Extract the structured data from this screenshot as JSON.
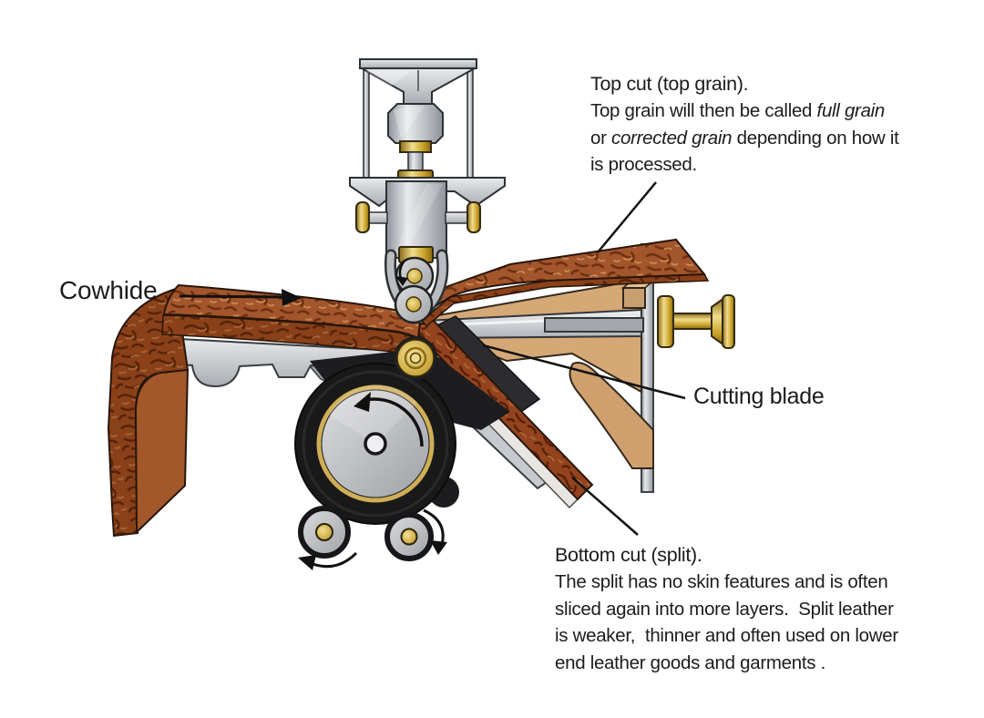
{
  "labels": {
    "cowhide": "Cowhide",
    "cutting_blade": "Cutting blade"
  },
  "top_annotation": {
    "title": "Top cut (top grain).",
    "l1_normal": "Top grain will then be called ",
    "l1_italic": "full grain",
    "l2_pre": "or ",
    "l2_italic": "corrected grain",
    "l2_post": " depending on how it",
    "l3": "is processed."
  },
  "bottom_annotation": {
    "title": "Bottom cut (split).",
    "lines": [
      "The split has no skin features and is often",
      "sliced again into more layers.  Split leather",
      "is weaker,  thinner and often used on lower",
      "end leather goods and garments ."
    ]
  },
  "icons": {
    "feed_direction_arrow": "→",
    "main_roller_rotation": "↺",
    "left_roller_rotation": "↺",
    "right_roller_rotation": "↻",
    "press_roller_rotation": "↓"
  },
  "colors": {
    "background": "#ffffff",
    "text": "#1c1c1c",
    "leather_grain": "#a3552c",
    "leather_grain_dark": "#6b2f10",
    "leather_edge": "#8a4018",
    "leather_underside": "#a2582a",
    "split_leather": "#93441e",
    "tan_support": "#d5a876",
    "brass": "#c9a227",
    "steel_light": "#e8eaec",
    "steel_mid": "#b9bcc1",
    "tire_black": "#191919",
    "annotation_line": "#111111"
  }
}
